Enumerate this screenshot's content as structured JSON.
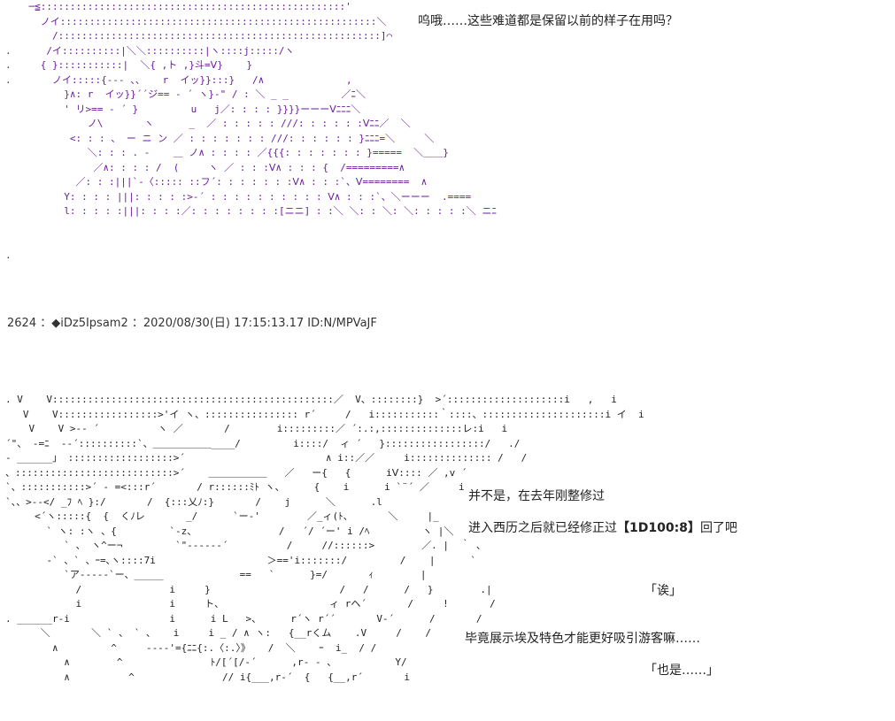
{
  "top_art": {
    "lines": [
      "    ─≦::::::::::::::::::::::::::::::::::::::::::::::::::::'",
      "      ノイ::::::::::::::::::::::::::::::::::::::::::::::::::::::＼",
      "        /:::::::::::::::::::::::::::::::::::::::::::::::::::::::]⌒",
      ".      /イ::::::::::|＼＼::::::::::|ヽ::::j:::::/ヽ",
      ".     { }:::::::::::|  ＼{ ,ト ,}斗=Ⅴ}    }",
      ".       ノイ:::::{--- 、、   r  イッ}}:::}   /∧              ,",
      "          }∧: r  イッ}}´´ジ== - ´ ヽ}-\" / : ＼ _ _         ／ﾆ＼",
      "          ' リ>== - ´ }         u   j／: : : : }}}}ーーーⅤﾆﾆﾆ＼",
      "              ノ\\       ヽ      _  ／ : : : : : ///: : : : : :Ⅴﾆﾆ／  ＼",
      "           <: : : 、 ー ニ ン ／ : : : : : : : ///: : : : : : }ﾆﾆﾆ=＼     ＼",
      "              ＼: : : . -    ＿ ノ∧ : : : : ／{{{: : : : : : : }=====  ＼＿＿}",
      "               ／∧: : : : /  (     ヽ ／ : : :Ⅴ∧ : : : {  /=========∧",
      "            ／: : :|||`-〈::::: ::フ´: : : : : : :Ⅴ∧ : : :`、Ⅴ========  ∧",
      "          Y: : : : |||: : : : :>‐´ : : : : : : : : : : Ⅴ∧ : : :`、＼ーーー  .====",
      "          l: : : : :|||: : : :／: : : : : : : :[ニニ] : :＼ ＼: : ＼: ＼: : : : :＼ ニﾆ",
      "",
      "",
      "."
    ]
  },
  "top_dialogue": {
    "line1": "呜哦……这些难道都是保留以前的样子在用吗？"
  },
  "post_header": {
    "number": "2624",
    "separator": "：",
    "name": "◆iDz5Ipsam2",
    "date": "2020/08/30(日) 17:15:13.17",
    "id": "ID:N/MPVaJF"
  },
  "bottom_art": {
    "lines": [
      ". V    V::::::::::::::::::::::::::::::::::::::::::::::::／  V、::::::::}  >´::::::::::::::::::::i   ,   i",
      "   V    V:::::::::::::::::>'イ ヽ、:::::::::::::::: r´     /   i:::::::::::｀::::、:::::::::::::::::::::i イ  i",
      "    V    V >-‐ ´          ヽ ／       /        i:::::::::／ ´:.:,::::::::::::::レ:i   i",
      "´\"、 -=ﾆ  ‐‐´::::::::::`、＿＿＿＿＿＿____/         i::::/  ィ ´   }:::::::::::::::::/   ./",
      "- ______」 ::::::::::::::::::>´                        ∧ i::／／     i:::::::::::::: /   /",
      "、:::::::::::::::::::::::::::>´    ＿＿＿＿＿＿   ／   ー{   {      iⅤ:::: ／ ,v ´",
      "`、:::::::::::>´ - =<:::r´       / r::::::ﾐﾄ ヽ、     {    i      i `¨´ ／     i",
      "`、、>-‐</ _ﾌ ﾍ }:/       /  {:::乂ﾉ:}       /    j      ＼      .l",
      "     <´ヽ:::::{  {  くﾉレ       _/      `ー‐'        ／_ィ(ﾄ、      ＼     |_",
      "       ` ヽ: :ヽ 、{         `‐z、              /   ´/ ´ー' i /ﾍ         ヽ |＼",
      "          ` 、 ヽ^ー¬         `\"------´          /     //::::::>        ／. |  ｀ 、",
      "       -` 、` 、ｰ=､ヽ::::7i                   ＞=='i:::::::/         /    |      `",
      "          `ア‐---‐`ー、_____             ==   `      }=/       ｨ        |",
      "            /               i     }                      /   /      /   }        .|",
      "            i               i     ト、                  ィ rヘ´       /     !       /",
      ". ______r-i                 i      i L   >、     r´ヽ r´´       V‐´      /       /",
      "      ＼       ＼ ` 、 ` 、   i     i _ / ∧ ヽ:   {__rくム    .V     /    /",
      "        ∧         ^     ----'={ﾆﾆ{:.〈:.〉》   /  ＼    ｰ  i_  / /",
      "          ∧        ^               ﾄ/[´[/‐´      ,r‐ - 、          Y/",
      "          ∧          ^               // i{___,r-´  {   {__,r´       i"
    ]
  },
  "bottom_dialogue": {
    "line1": "并不是，在去年刚整修过",
    "line2_prefix": "进入西历之后就已经修正过",
    "line2_dice": "【1D100:8】",
    "line2_suffix": "回了吧",
    "line3": "「诶」",
    "line4": "毕竟展示埃及特色才能更好吸引游客嘛……",
    "line5": "「也是……」"
  }
}
